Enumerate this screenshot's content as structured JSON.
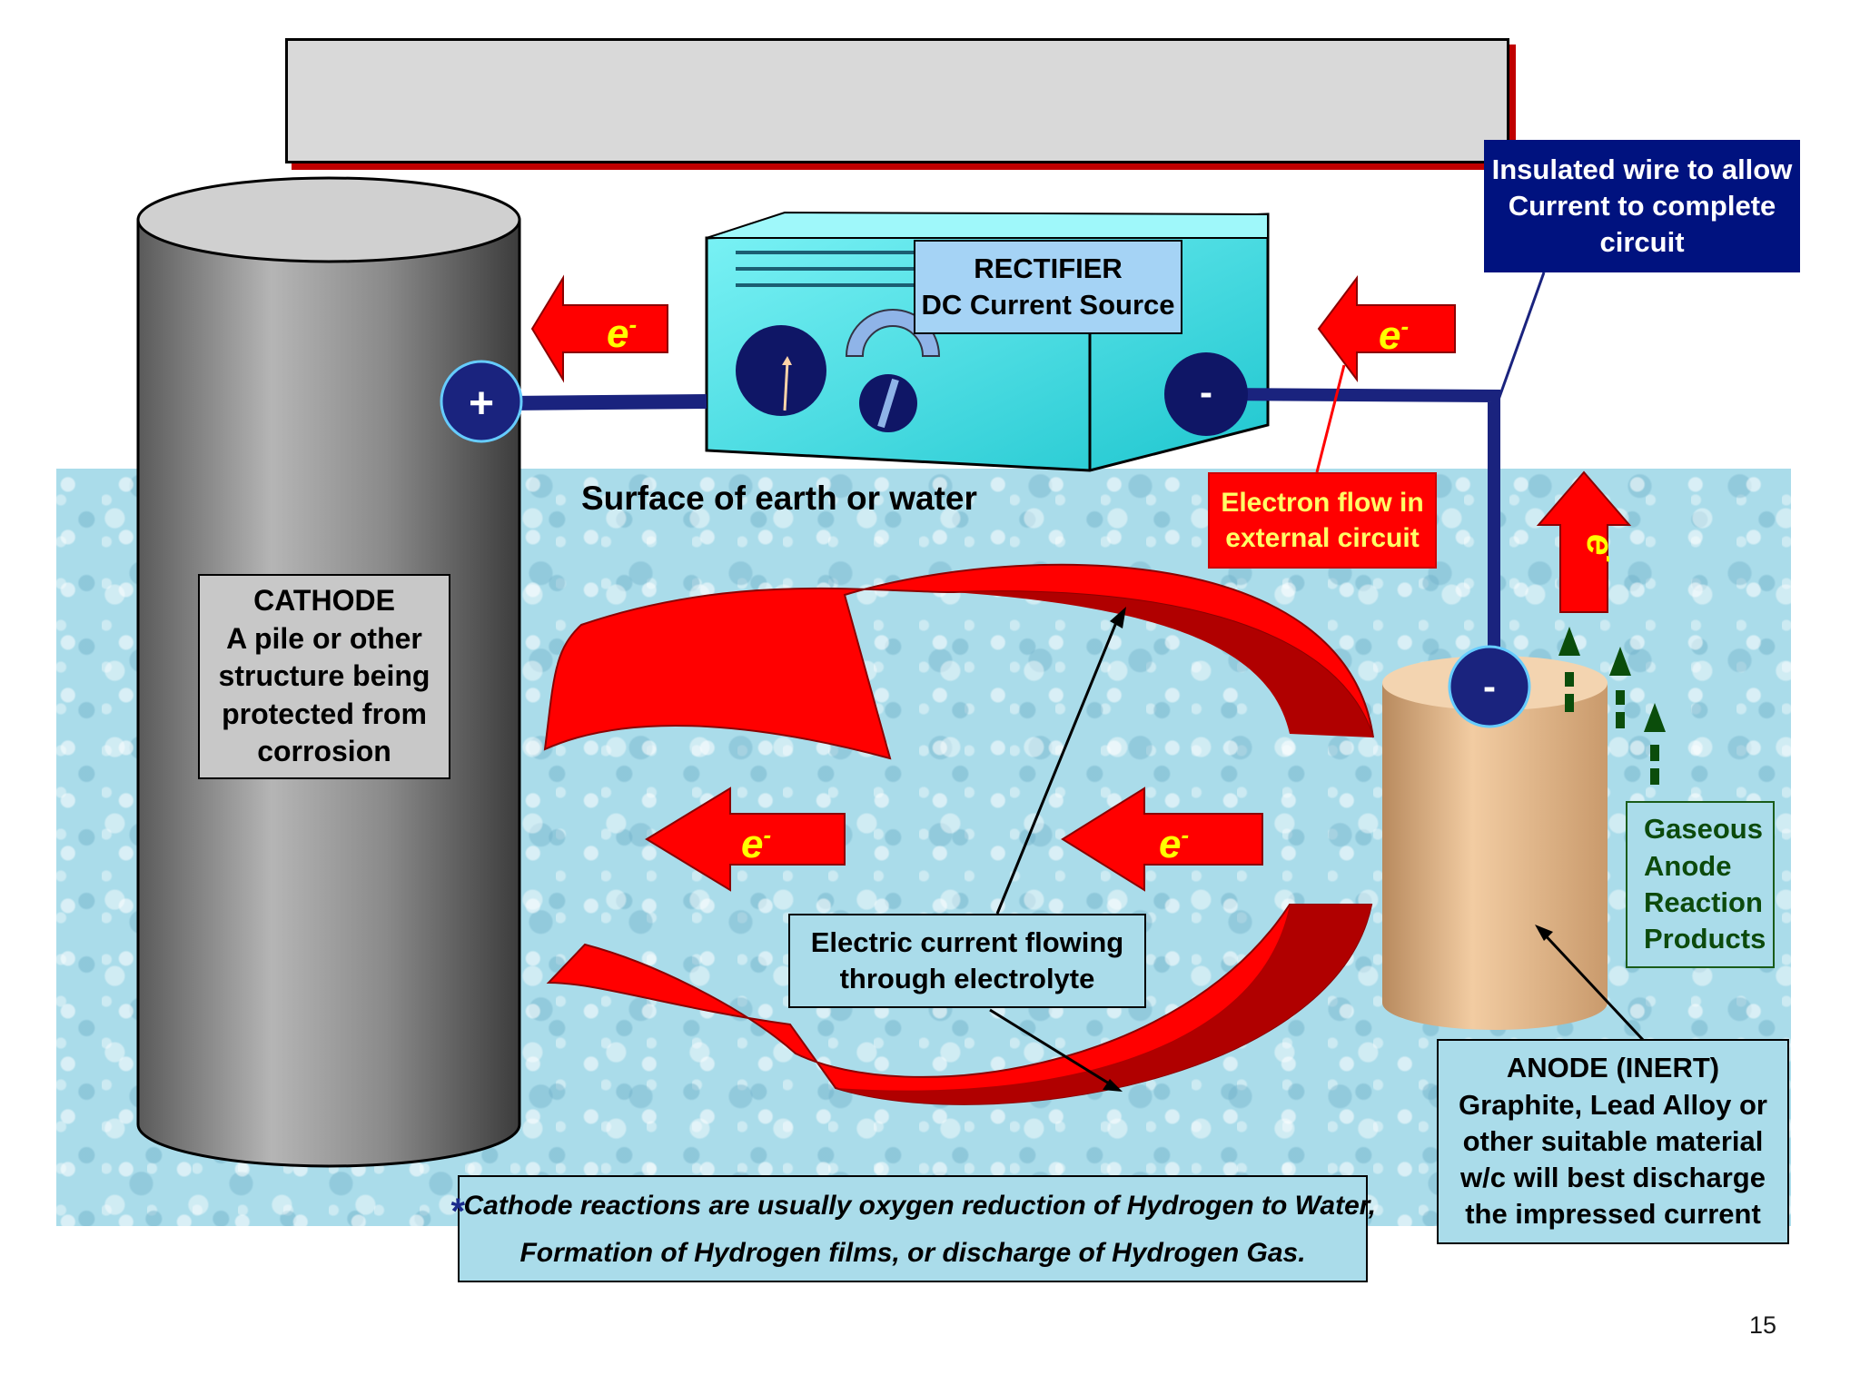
{
  "title_bar": "",
  "cathode": {
    "lines": [
      "CATHODE",
      "A pile or other",
      "structure being",
      "protected from",
      "corrosion"
    ]
  },
  "rectifier": {
    "lines": [
      "RECTIFIER",
      "DC Current Source"
    ]
  },
  "insulated_wire": {
    "lines": [
      "Insulated wire to allow",
      "Current to complete",
      "circuit"
    ]
  },
  "electron_flow": {
    "lines": [
      "Electron flow in",
      "external circuit"
    ]
  },
  "surface": "Surface of earth or water",
  "electrolyte": {
    "lines": [
      "Electric current flowing",
      "through electrolyte"
    ]
  },
  "gaseous": {
    "lines": [
      "Gaseous",
      "Anode",
      "Reaction",
      "Products"
    ]
  },
  "anode": {
    "lines": [
      "ANODE (INERT)",
      "Graphite, Lead Alloy or",
      "other suitable material",
      "w/c will best discharge",
      "the impressed current"
    ]
  },
  "note": {
    "star": "*",
    "line1": "Cathode reactions are usually oxygen reduction of Hydrogen to Water,",
    "line2": "Formation of Hydrogen films, or discharge of Hydrogen Gas."
  },
  "terminals": {
    "positive": "+",
    "negative": "-"
  },
  "electron_symbol": "e",
  "electron_sup": "-",
  "page_number": "15",
  "colors": {
    "arrow": "#ff0000",
    "arrow_dark": "#b00000",
    "wire": "#1a237e",
    "rectifier": "#33e0e6",
    "anode_body": "#e0b68a",
    "water": "#aadcea",
    "gas_arrow": "#0b4d0b"
  }
}
